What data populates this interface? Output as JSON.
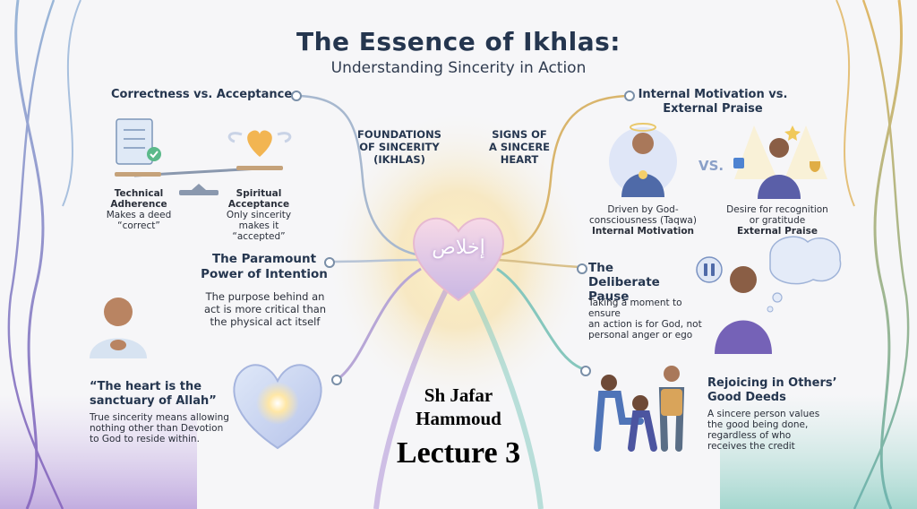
{
  "title": "The Essence of Ikhlas:",
  "subtitle": "Understanding Sincerity in Action",
  "center_labels": {
    "foundations": "FOUNDATIONS\nOF SINCERITY\n(IKHLAS)",
    "signs": "SIGNS OF\nA SINCERE\nHEART",
    "heart_text": "إخلاص"
  },
  "correctness": {
    "heading": "Correctness vs. Acceptance",
    "technical_title": "Technical\nAdherence",
    "technical_desc": "Makes a deed\n“correct”",
    "spiritual_title": "Spiritual\nAcceptance",
    "spiritual_desc": "Only sincerity\nmakes it “accepted”"
  },
  "intention": {
    "heading": "The Paramount\nPower of Intention",
    "desc": "The purpose behind an\nact is more critical than\nthe physical act itself"
  },
  "heart_quote": {
    "quote": "“The heart is the\nsanctuary of Allah”",
    "desc": "True sincerity means allowing\nnothing other than Devotion\nto God to reside within."
  },
  "motivation": {
    "heading": "Internal Motivation vs.\nExternal Praise",
    "vs": "VS.",
    "internal_desc": "Driven by God-\nconsciousness (Taqwa)",
    "internal_label": "Internal Motivation",
    "external_desc": "Desire for recognition\nor gratitude",
    "external_label": "External Praise"
  },
  "pause": {
    "heading": "The Deliberate\nPause",
    "desc": "Taking a moment to ensure\nan action is for God, not\npersonal anger or ego"
  },
  "rejoicing": {
    "heading": "Rejoicing in Others’\nGood Deeds",
    "desc": "A sincere person values\nthe good being done,\nregardless of who\nreceives the credit"
  },
  "overlay": {
    "speaker_line1": "Sh Jafar",
    "speaker_line2": "Hammoud",
    "lecture": "Lecture 3"
  },
  "colors": {
    "title": "#25364f",
    "left_frame": "#8e7cc3",
    "right_frame": "#d8b46a",
    "heart_glow": "#f3c86b"
  }
}
